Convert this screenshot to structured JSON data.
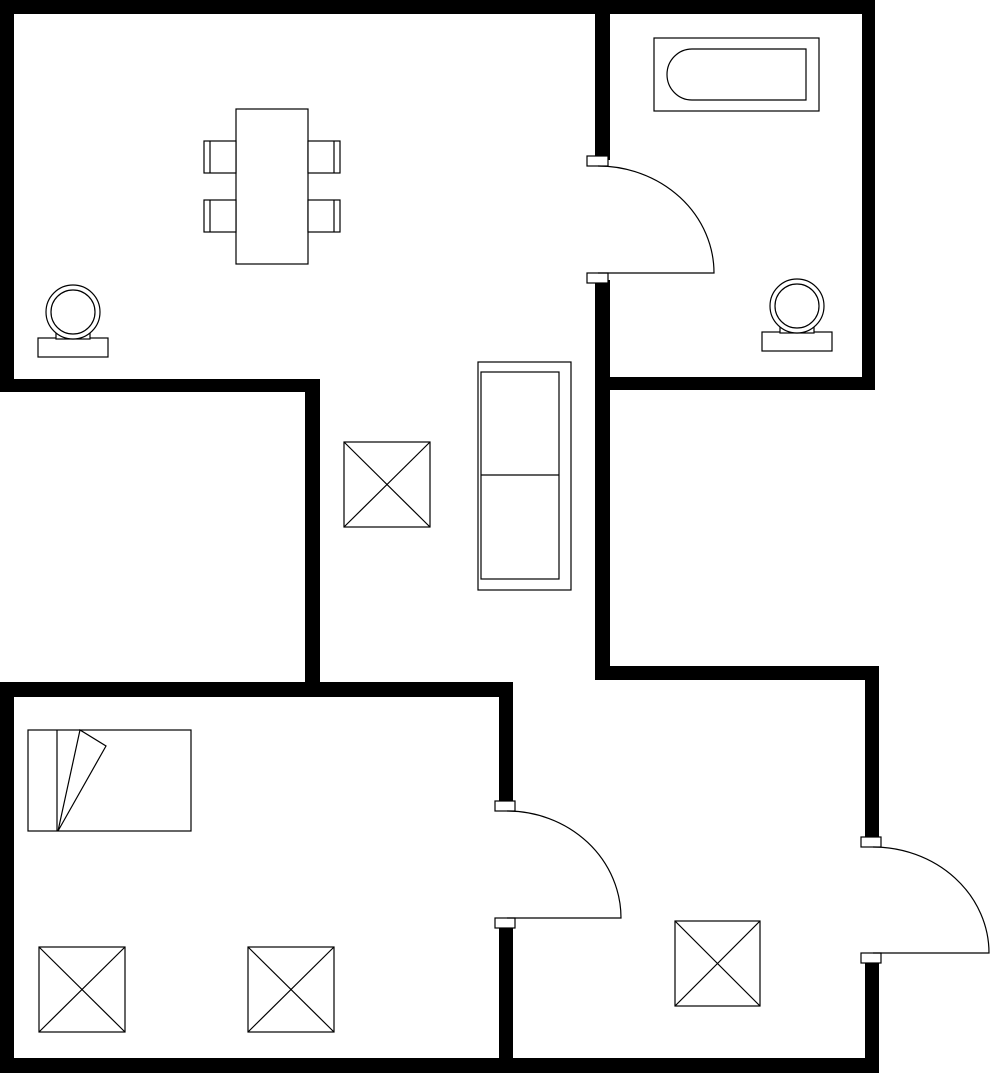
{
  "colors": {
    "wall": "#000000",
    "background": "#ffffff",
    "fixture_stroke": "#000000"
  },
  "icons": [
    "dining-table-icon",
    "chair-icon",
    "toilet-icon",
    "bathtub-icon",
    "sofa-icon",
    "bed-icon",
    "box-marker-icon",
    "door-swing-icon",
    "door-jamb-icon"
  ],
  "rooms": [
    "living-dining-room",
    "bathroom",
    "bedroom",
    "hall"
  ]
}
